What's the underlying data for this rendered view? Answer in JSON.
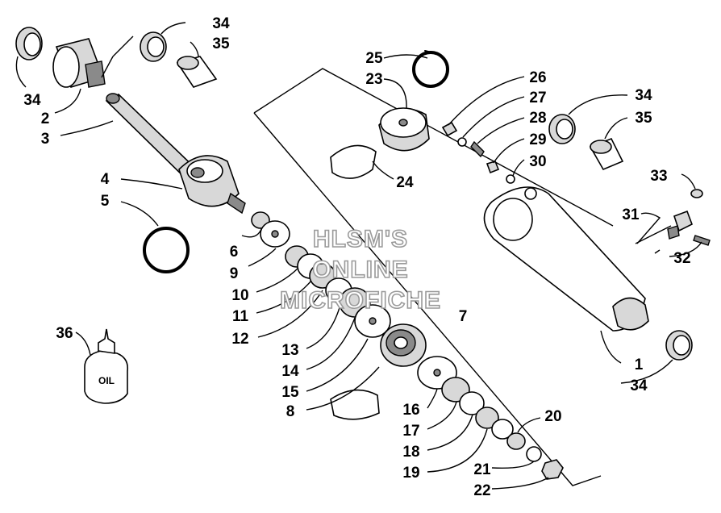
{
  "watermark": {
    "line1": "HLSM'S",
    "line2": "ONLINE",
    "line3": "MICROFICHE"
  },
  "oil_bottle_text": "OIL",
  "labels": {
    "p1": "1",
    "p2": "2",
    "p3": "3",
    "p4": "4",
    "p5": "5",
    "p6": "6",
    "p7": "7",
    "p8": "8",
    "p9": "9",
    "p10": "10",
    "p11": "11",
    "p12": "12",
    "p13": "13",
    "p14": "14",
    "p15": "15",
    "p16": "16",
    "p17": "17",
    "p18": "18",
    "p19": "19",
    "p20": "20",
    "p21": "21",
    "p22": "22",
    "p23": "23",
    "p24": "24",
    "p25": "25",
    "p26": "26",
    "p27": "27",
    "p28": "28",
    "p29": "29",
    "p30": "30",
    "p31": "31",
    "p32": "32",
    "p33": "33",
    "p34a": "34",
    "p34b": "34",
    "p34c": "34",
    "p34d": "34",
    "p35a": "35",
    "p35b": "35",
    "p36": "36"
  }
}
